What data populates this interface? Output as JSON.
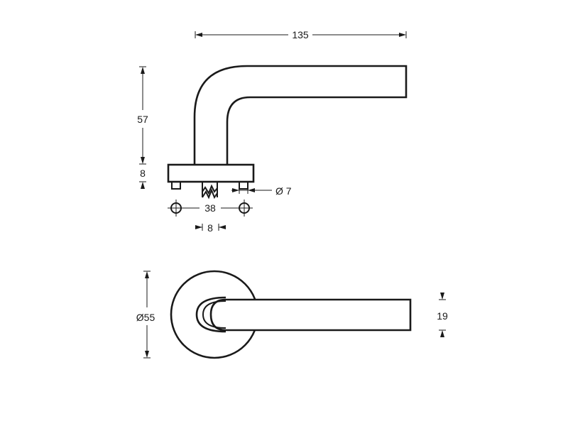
{
  "side_view": {
    "dim_length": "135",
    "dim_height": "57",
    "dim_rose_thickness": "8",
    "dim_pin_diameter": "Ø 7",
    "dim_screw_spacing": "38",
    "dim_spindle": "8"
  },
  "top_view": {
    "dim_rose_diameter": "Ø55",
    "dim_lever_width": "19"
  },
  "colors": {
    "line": "#1a1a1a",
    "background": "#ffffff"
  }
}
